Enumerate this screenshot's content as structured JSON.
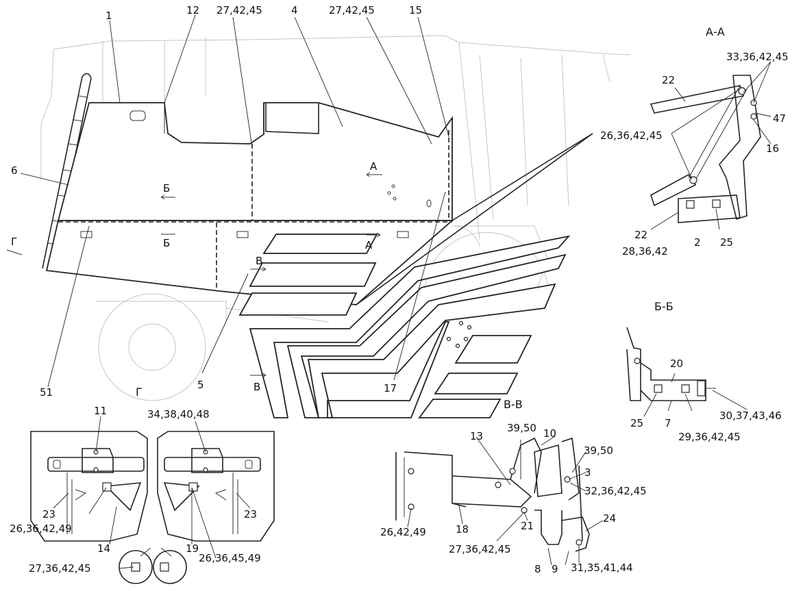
{
  "section_titles": {
    "aa": "А-А",
    "bb": "Б-Б",
    "vv": "В-В",
    "g": "Г"
  },
  "main_labels": {
    "l1": "1",
    "l12": "12",
    "l27a": "27,42,45",
    "l4": "4",
    "l27b": "27,42,45",
    "l15": "15",
    "l6": "6",
    "l51": "51",
    "l5": "5",
    "l17": "17"
  },
  "section_marks": {
    "a1": "А",
    "a2": "А",
    "b1": "Б",
    "b2": "Б",
    "v1": "В",
    "v2": "В",
    "g1": "Г"
  },
  "aa_labels": {
    "l22a": "22",
    "l33": "33,36,42,45",
    "l47": "47",
    "l26": "26,36,42,45",
    "l16": "16",
    "l22b": "22",
    "l28": "28,36,42",
    "l2": "2",
    "l25": "25"
  },
  "bb_labels": {
    "l20": "20",
    "l25": "25",
    "l7": "7",
    "l29": "29,36,42,45",
    "l30": "30,37,43,46"
  },
  "vv_labels": {
    "l39a": "39,50",
    "l10": "10",
    "l13": "13",
    "l39b": "39,50",
    "l3": "3",
    "l32": "32,36,42,45",
    "l26": "26,42,49",
    "l18": "18",
    "l21": "21",
    "l24": "24",
    "l27": "27,36,42,45",
    "l8": "8",
    "l9": "9",
    "l31": "31,35,41,44"
  },
  "g_labels": {
    "l11": "11",
    "l34": "34,38,40,48",
    "l23a": "23",
    "l23b": "23",
    "l26a": "26,36,42,49",
    "l14": "14",
    "l19": "19",
    "l26b": "26,36,45,49",
    "l27": "27,36,42,45"
  }
}
